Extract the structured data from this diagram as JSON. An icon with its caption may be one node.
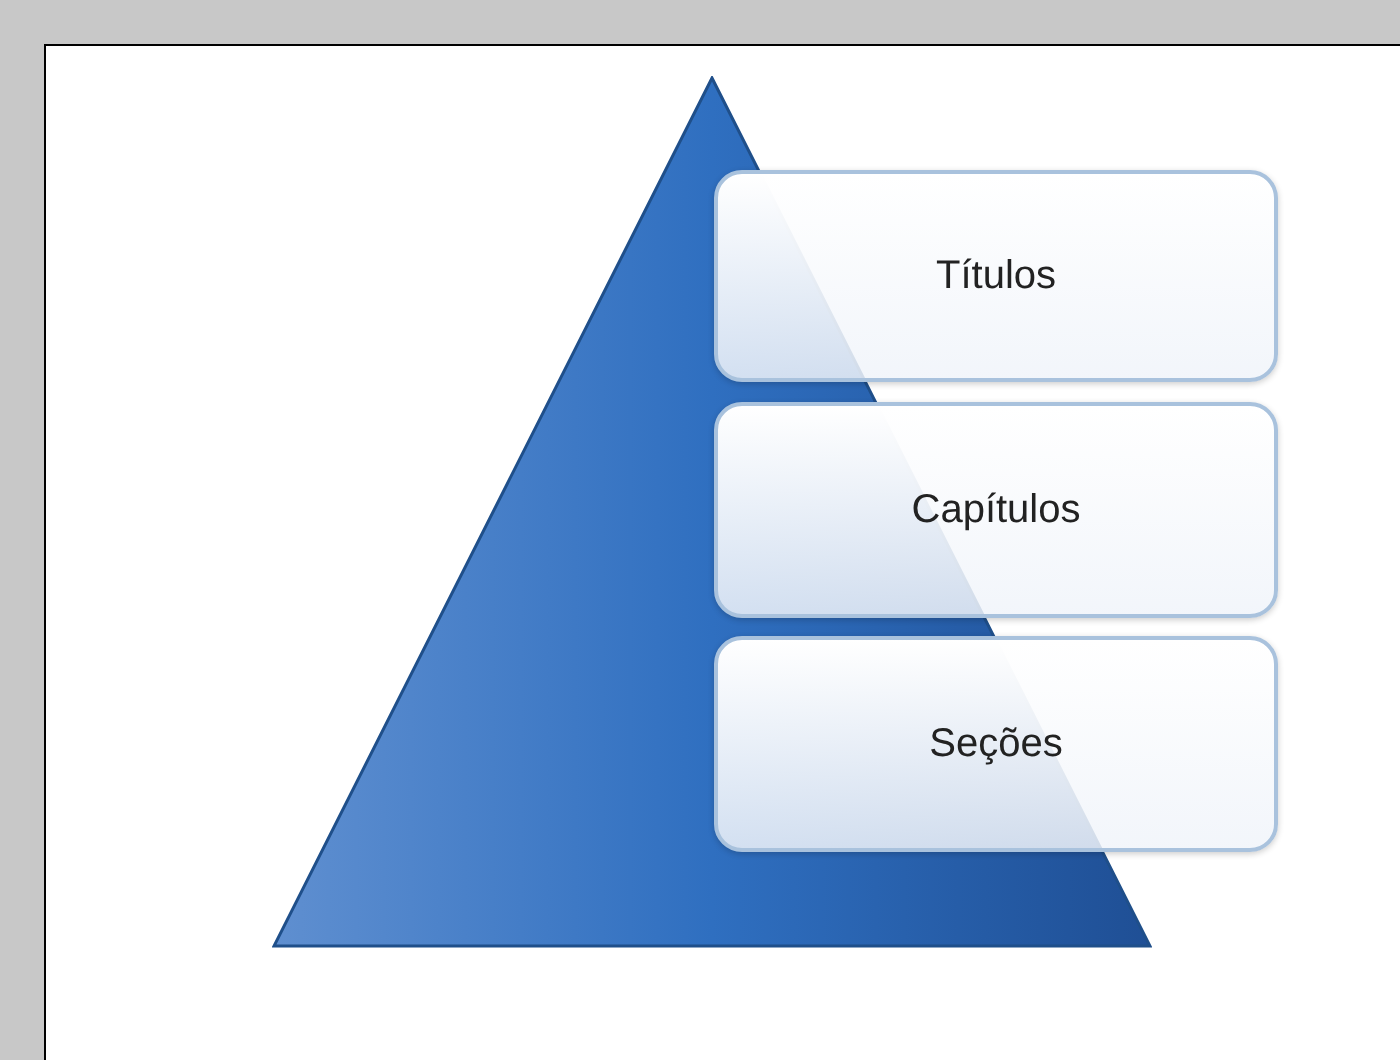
{
  "diagram": {
    "nodes": [
      {
        "text": [],
        "shape": "triangle"
      },
      {
        "text": [
          "Títulos"
        ]
      },
      {
        "text": [
          "Capítulos"
        ]
      },
      {
        "text": [
          "Seções"
        ]
      }
    ]
  }
}
